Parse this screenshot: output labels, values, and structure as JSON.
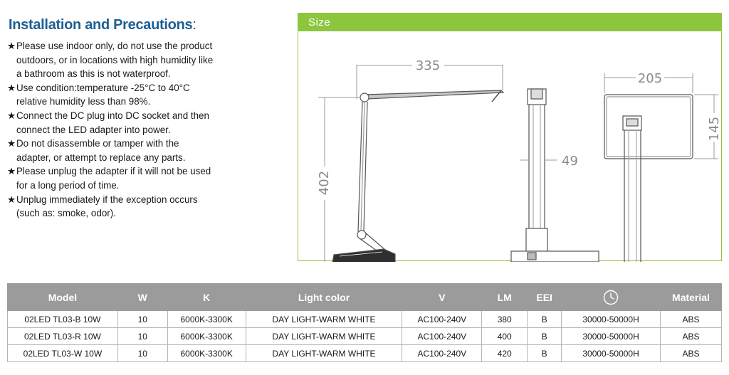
{
  "installation": {
    "title": "Installation and Precautions",
    "title_colon": ":",
    "bullet_symbol": "★",
    "items": [
      "Please use indoor only, do not use the product outdoors, or in locations with high humidity like a bathroom as this is not waterproof.",
      "Use condition:temperature -25°C to 40°C relative humidity less than 98%.",
      "Connect the DC plug into DC socket and then connect the LED adapter into power.",
      "Do not disassemble or tamper with the adapter, or attempt to replace any parts.",
      "Please unplug the adapter if it will not be used for a long period of time.",
      "Unplug immediately if the exception occurs (such as: smoke, odor)."
    ]
  },
  "size": {
    "header": "Size",
    "dims": {
      "width": "335",
      "height": "402",
      "depth": "49",
      "head_width": "205",
      "head_height": "145"
    }
  },
  "table": {
    "headers": {
      "model": "Model",
      "w": "W",
      "k": "K",
      "light_color": "Light color",
      "v": "V",
      "lm": "LM",
      "eei": "EEI",
      "lifetime_icon": "clock-icon",
      "material": "Material"
    },
    "rows": [
      {
        "model": "02LED TL03-B 10W",
        "w": "10",
        "k": "6000K-3300K",
        "light_color": "DAY LIGHT-WARM WHITE",
        "v": "AC100-240V",
        "lm": "380",
        "eei": "B",
        "life": "30000-50000H",
        "material": "ABS"
      },
      {
        "model": "02LED TL03-R 10W",
        "w": "10",
        "k": "6000K-3300K",
        "light_color": "DAY LIGHT-WARM WHITE",
        "v": "AC100-240V",
        "lm": "400",
        "eei": "B",
        "life": "30000-50000H",
        "material": "ABS"
      },
      {
        "model": "02LED TL03-W 10W",
        "w": "10",
        "k": "6000K-3300K",
        "light_color": "DAY LIGHT-WARM WHITE",
        "v": "AC100-240V",
        "lm": "420",
        "eei": "B",
        "life": "30000-50000H",
        "material": "ABS"
      }
    ]
  },
  "colors": {
    "title": "#1e5f92",
    "accent_green": "#8cc63f",
    "table_header": "#9b9b9b"
  }
}
